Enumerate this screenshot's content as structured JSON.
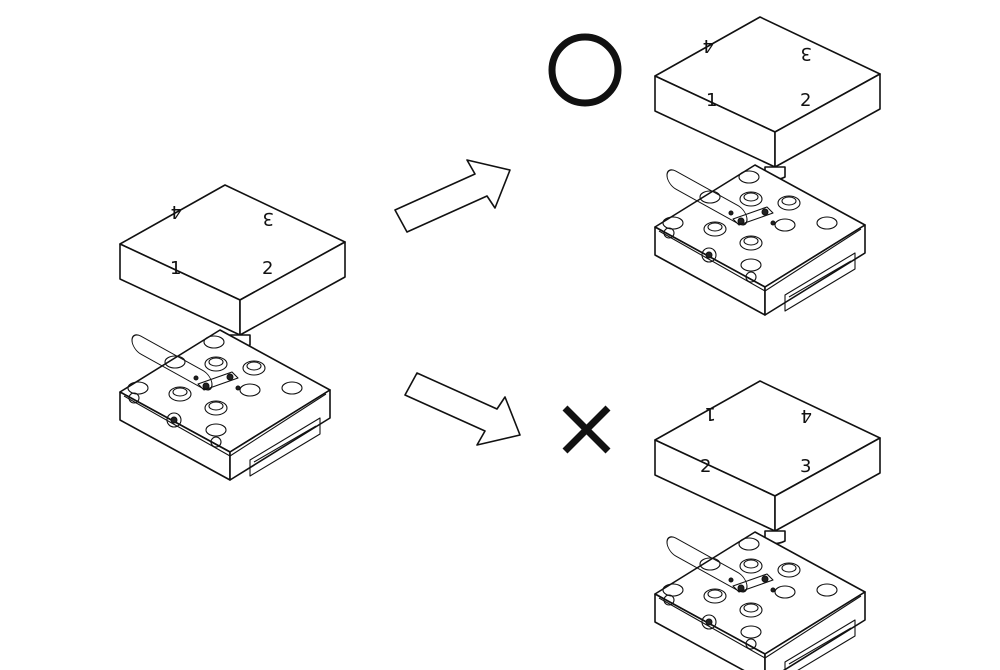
{
  "symbols": {
    "correct": "○",
    "incorrect": "×"
  },
  "block_labels": {
    "one": "1",
    "two": "2",
    "three": "3",
    "four": "4"
  }
}
